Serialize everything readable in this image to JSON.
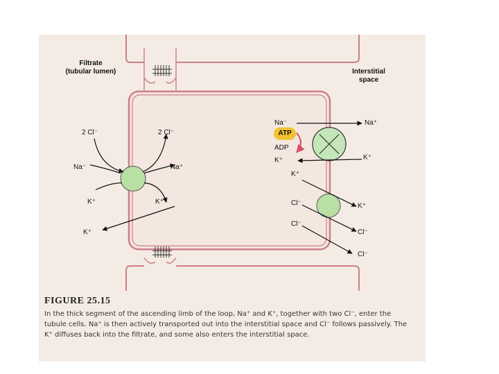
{
  "labels": {
    "filtrate": "Filtrate",
    "tubular_lumen": "(tubular lumen)",
    "interstitial": "Interstitial",
    "space": "space",
    "lumen_2cl_left": "2 Cl⁻",
    "lumen_2cl_right": "2 Cl⁻",
    "lumen_na_left": "Na⁻",
    "lumen_na_right": "Na⁺",
    "lumen_k_top_left": "K⁺",
    "lumen_k_top_right": "K⁺",
    "lumen_k_bottom": "K⁺",
    "pump_na_in": "Na⁻",
    "pump_na_out": "Na⁺",
    "atp": "ATP",
    "adp": "ADP",
    "pump_k_in": "K⁺",
    "pump_k_out": "K⁺",
    "channel_k_in": "K⁺",
    "channel_k_out": "K⁺",
    "channel_cl1_in": "Cl⁻",
    "channel_cl2_in": "Cl⁻",
    "channel_cl1_out": "Cl⁻",
    "channel_cl2_out": "Cl⁻"
  },
  "figure": {
    "number": "FIGURE 25.15",
    "caption": "In the thick segment of the ascending limb of the loop, Na⁺ and K⁺, together with two Cl⁻, enter the tubule cells. Na⁺ is then actively transported out into the interstitial space and Cl⁻ follows passively. The K⁺ diffuses back into the filtrate, and some also enters the interstitial space."
  },
  "colors": {
    "membrane": "#cc7f86",
    "cell_fill": "#f3e7e0",
    "cotransporter": "#b9dfa4",
    "pump": "#c4e6b8",
    "atp": "#f2c230",
    "adp_arrow": "#d64e66"
  }
}
